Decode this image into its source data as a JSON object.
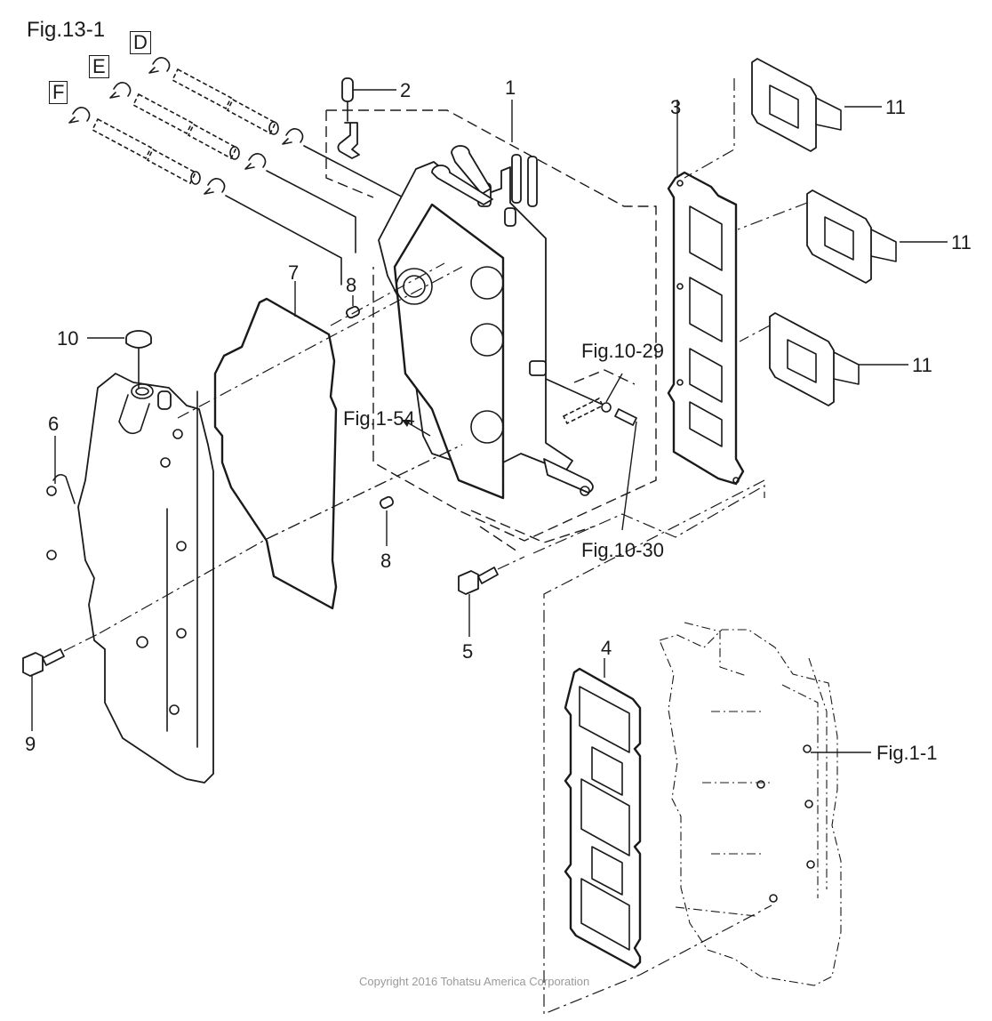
{
  "figure": {
    "title": "Fig.13-1",
    "copyright": "Copyright 2016 Tohatsu America Corporation"
  },
  "box_labels": [
    "D",
    "E",
    "F"
  ],
  "callouts": {
    "part_1": "1",
    "part_2": "2",
    "part_3": "3",
    "part_4": "4",
    "part_5": "5",
    "part_6": "6",
    "part_7": "7",
    "part_8a": "8",
    "part_8b": "8",
    "part_9": "9",
    "part_10": "10",
    "part_11a": "11",
    "part_11b": "11",
    "part_11c": "11"
  },
  "references": {
    "fig_10_29": "Fig.10-29",
    "fig_10_30": "Fig.10-30",
    "fig_1_54": "Fig.1-54",
    "fig_1_1": "Fig.1-1"
  }
}
